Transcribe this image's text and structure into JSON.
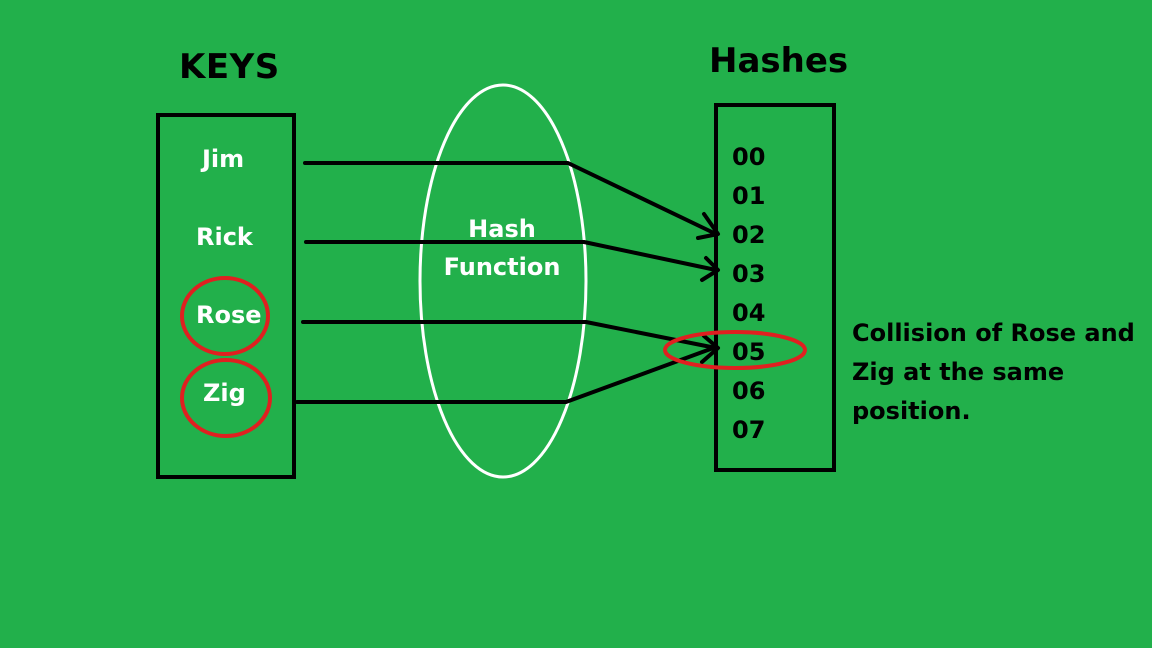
{
  "keys_title": "KEYS",
  "hashes_title": "Hashes",
  "hash_function": {
    "line1": "Hash",
    "line2": "Function"
  },
  "keys": [
    "Jim",
    "Rick",
    "Rose",
    "Zig"
  ],
  "hashes": [
    "00",
    "01",
    "02",
    "03",
    "04",
    "05",
    "06",
    "07"
  ],
  "collision_note": "Collision of Rose and Zig at the same position.",
  "colors": {
    "background": "#22b04b",
    "highlight": "#e02020",
    "arrow": "#000000",
    "function_outline": "#ffffff"
  }
}
